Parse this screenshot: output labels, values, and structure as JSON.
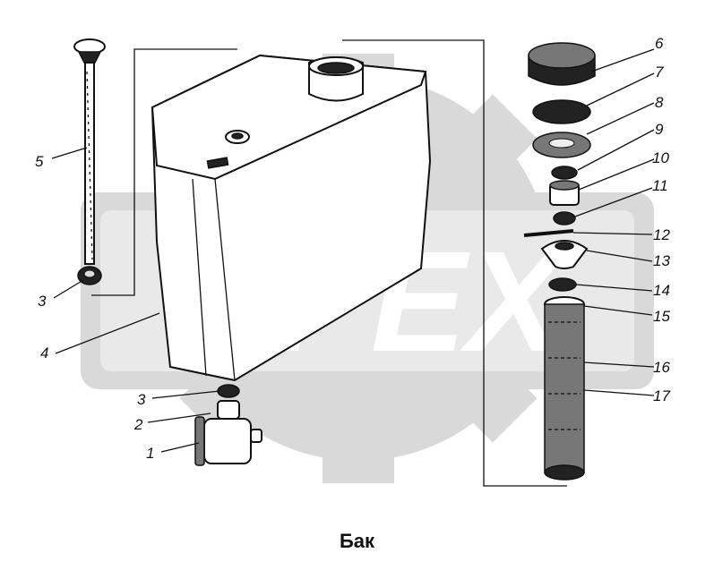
{
  "watermark": "OPEX",
  "caption": "Бак",
  "callouts": [
    {
      "id": "1",
      "text": "1"
    },
    {
      "id": "2",
      "text": "2"
    },
    {
      "id": "3a",
      "text": "3"
    },
    {
      "id": "3b",
      "text": "3"
    },
    {
      "id": "4",
      "text": "4"
    },
    {
      "id": "5",
      "text": "5"
    },
    {
      "id": "6",
      "text": "6"
    },
    {
      "id": "7",
      "text": "7"
    },
    {
      "id": "8",
      "text": "8"
    },
    {
      "id": "9",
      "text": "9"
    },
    {
      "id": "10",
      "text": "10"
    },
    {
      "id": "11",
      "text": "11"
    },
    {
      "id": "12",
      "text": "12"
    },
    {
      "id": "13",
      "text": "13"
    },
    {
      "id": "14",
      "text": "14"
    },
    {
      "id": "15",
      "text": "15"
    },
    {
      "id": "16",
      "text": "16"
    },
    {
      "id": "17",
      "text": "17"
    }
  ]
}
